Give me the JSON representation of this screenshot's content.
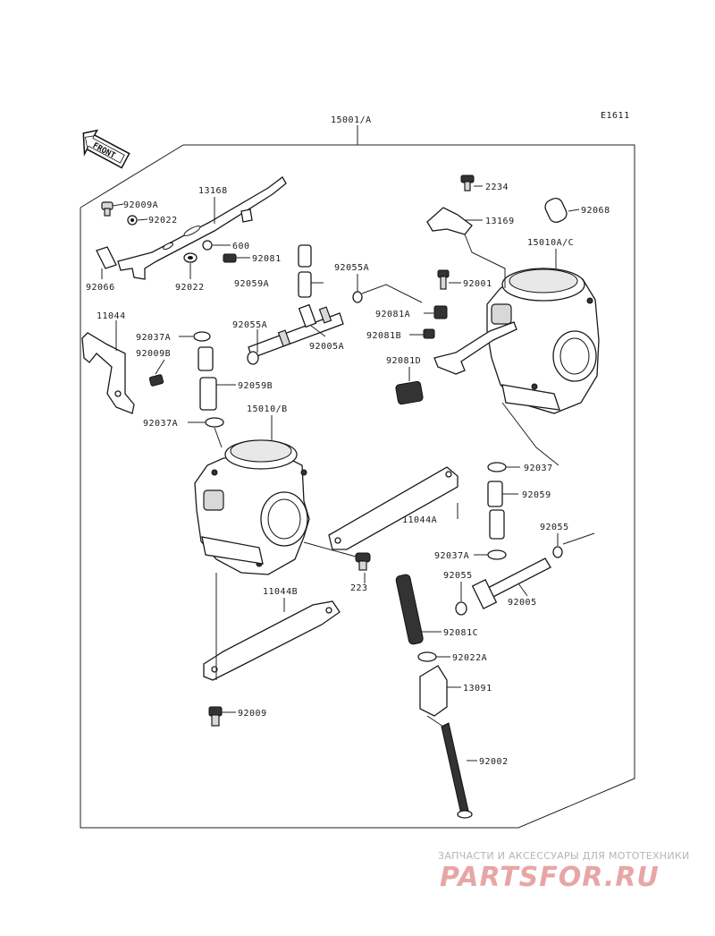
{
  "diagram_code": "E1611",
  "labels": {
    "main_assembly": "15001/A",
    "front": "FRONT",
    "p92009A": "92009A",
    "p13168": "13168",
    "p92022_top": "92022",
    "p600": "600",
    "p92081": "92081",
    "p92066": "92066",
    "p92022_bot": "92022",
    "p92059A": "92059A",
    "p92055A_top": "92055A",
    "p92055A_left": "92055A",
    "p92005A": "92005A",
    "p11044": "11044",
    "p92037A_top": "92037A",
    "p92009B": "92009B",
    "p92059B": "92059B",
    "p92037A_mid": "92037A",
    "p15010B": "15010/B",
    "p2234": "2234",
    "p92068": "92068",
    "p13169": "13169",
    "p15010AC": "15010A/C",
    "p92001": "92001",
    "p92081A": "92081A",
    "p92081B": "92081B",
    "p92081D": "92081D",
    "p92037": "92037",
    "p92059": "92059",
    "p11044A": "11044A",
    "p92055": "92055",
    "p92037A_low": "92037A",
    "p92055_low": "92055",
    "p92005": "92005",
    "p223": "223",
    "p11044B": "11044B",
    "p92081C": "92081C",
    "p92022A": "92022A",
    "p13091": "13091",
    "p92009": "92009",
    "p92002": "92002"
  },
  "footer": {
    "text": "ЗАПЧАСТИ И АКСЕССУАРЫ ДЛЯ МОТОТЕХНИКИ",
    "logo": "PARTSFOR.RU"
  }
}
